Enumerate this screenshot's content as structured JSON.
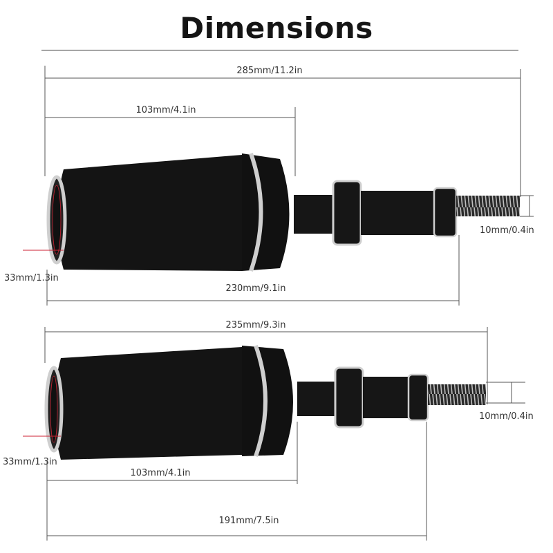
{
  "title": "Dimensions",
  "colors": {
    "body": "#141414",
    "ring": "#cfcfcf",
    "line": "#555555",
    "accent": "#cc2233"
  },
  "top": {
    "overall": "285mm/11.2in",
    "body_length": "103mm/4.1in",
    "total_to_collar": "230mm/9.1in",
    "bolt_diameter": "10mm/0.4in",
    "end_diameter": "33mm/1.3in"
  },
  "bottom": {
    "overall": "235mm/9.3in",
    "body_length": "103mm/4.1in",
    "total_to_collar": "191mm/7.5in",
    "bolt_diameter": "10mm/0.4in",
    "end_diameter": "33mm/1.3in"
  }
}
